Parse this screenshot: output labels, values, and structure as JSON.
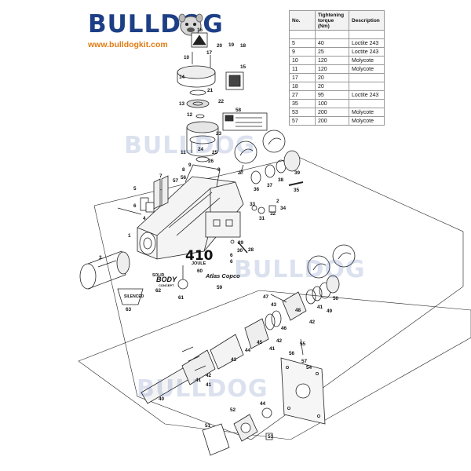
{
  "brand": {
    "name": "BULLDOG",
    "url": "www.bulldogkit.com"
  },
  "watermarks": [
    "BULLDOG",
    "BULLDOG",
    "BULLDOG"
  ],
  "spec_table": {
    "headers": [
      "No.",
      "Tightening torque (Nm)",
      "Description"
    ],
    "rows": [
      [
        "",
        "",
        ""
      ],
      [
        "5",
        "40",
        "Loctite 243"
      ],
      [
        "9",
        "25",
        "Loctite 243"
      ],
      [
        "10",
        "120",
        "Molycote"
      ],
      [
        "11",
        "120",
        "Molycote"
      ],
      [
        "17",
        "20",
        ""
      ],
      [
        "18",
        "20",
        ""
      ],
      [
        "27",
        "95",
        "Loctite 243"
      ],
      [
        "35",
        "100",
        ""
      ],
      [
        "53",
        "200",
        "Molycote"
      ],
      [
        "57",
        "200",
        "Molycote"
      ]
    ]
  },
  "decals": {
    "model_number": "410",
    "model_unit": "JOULE",
    "solid": "SOLID",
    "body": "BODY",
    "concept": "CONCEPT",
    "manufacturer": "Atlas Copco",
    "silenced": "SILENCED"
  },
  "part_labels": {
    "p1": "1",
    "p2": "2",
    "p3": "3",
    "p4": "4",
    "p5": "5",
    "p6": "6",
    "p6b": "6",
    "p7": "7",
    "p8": "8",
    "p9": "9",
    "p10": "10",
    "p11": "11",
    "p12": "12",
    "p13": "13",
    "p14": "14",
    "p15": "15",
    "p16": "16",
    "p17": "17",
    "p18": "18",
    "p19": "19",
    "p20": "20",
    "p21": "21",
    "p22": "22",
    "p23": "23",
    "p24": "24",
    "p25": "25",
    "p26": "26",
    "p27": "27",
    "p28": "28",
    "p29": "29",
    "p30": "30",
    "p31": "31",
    "p32": "32",
    "p33": "33",
    "p34": "34",
    "p35": "35",
    "p36": "36",
    "p37": "37",
    "p38": "38",
    "p39": "39",
    "p40": "40",
    "p41a": "41",
    "p41b": "41",
    "p41c": "41",
    "p41d": "41",
    "p42a": "42",
    "p42b": "42",
    "p42c": "42",
    "p43": "43",
    "p44": "44",
    "p45": "45",
    "p46": "46",
    "p47": "47",
    "p48": "48",
    "p49": "49",
    "p50": "50",
    "p51": "51",
    "p52": "52",
    "p53": "53",
    "p54": "54",
    "p55": "55",
    "p56": "56",
    "p56b": "56",
    "p57": "57",
    "p57b": "57",
    "p58": "58",
    "p59": "59",
    "p60": "60",
    "p61": "61",
    "p62": "62",
    "p63": "63",
    "p6c": "6"
  }
}
